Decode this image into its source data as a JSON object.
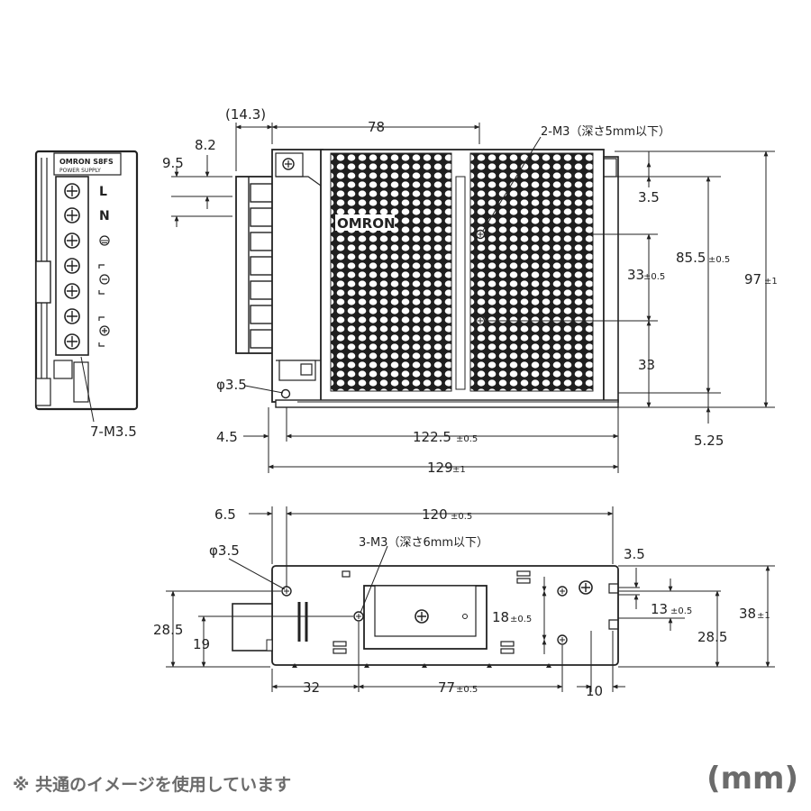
{
  "side_view": {
    "brand": "OMRON S8FS",
    "subtitle": "POWER SUPPLY",
    "terminal_L": "L",
    "terminal_N": "N",
    "screw_label": "7-M3.5"
  },
  "front_view": {
    "brand": "OMRON",
    "dims": {
      "d14_3": "(14.3)",
      "d78": "78",
      "d8_2": "8.2",
      "d9_5": "9.5",
      "d3_5": "3.5",
      "d85_5": "85.5",
      "d85_5_tol": "±0.5",
      "d97": "97",
      "d97_tol": "±1",
      "d33a": "33",
      "d33a_tol": "±0.5",
      "d33b": "33",
      "phi3_5": "φ3.5",
      "d4_5": "4.5",
      "d122_5": "122.5",
      "d122_5_tol": "±0.5",
      "d5_25": "5.25",
      "d129": "129",
      "d129_tol": "±1"
    },
    "screw_note": "2-M3（深さ5mm以下）"
  },
  "bottom_view": {
    "dims": {
      "d6_5": "6.5",
      "d120": "120",
      "d120_tol": "±0.5",
      "phi3_5": "φ3.5",
      "d3_5": "3.5",
      "d13": "13",
      "d13_tol": "±0.5",
      "d18": "18",
      "d18_tol": "±0.5",
      "d38": "38",
      "d38_tol": "±1",
      "d28_5_left": "28.5",
      "d19": "19",
      "d28_5_right": "28.5",
      "d32": "32",
      "d77": "77",
      "d77_tol": "±0.5",
      "d10": "10"
    },
    "screw_note": "3-M3（深さ6mm以下）"
  },
  "footer": {
    "note": "※ 共通のイメージを使用しています",
    "unit": "(mm)"
  }
}
